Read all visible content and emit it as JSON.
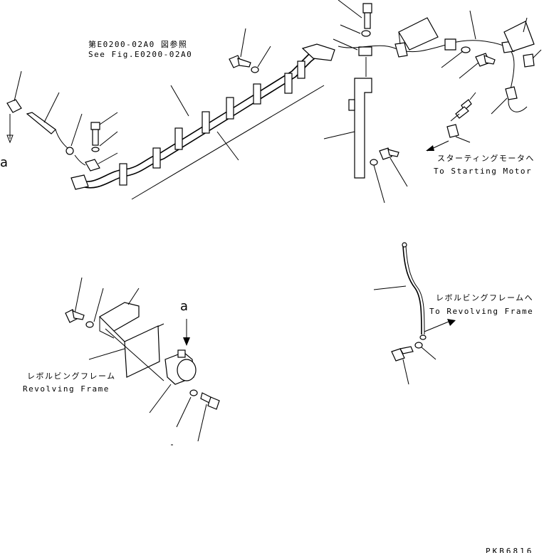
{
  "labels": {
    "ref_jp": "第E0200-02A0 図参照",
    "ref_en": "See Fig.E0200-02A0",
    "starting_jp": "スターティングモータへ",
    "starting_en": "To Starting Motor",
    "revolving_jp_right": "レボルビングフレームへ",
    "revolving_en_right": "To Revolving Frame",
    "revolving_jp_left": "レボルビングフレーム",
    "revolving_en_left": "Revolving Frame",
    "mark_a_top": "a",
    "mark_a_mid": "a",
    "code": "PKB6816"
  }
}
